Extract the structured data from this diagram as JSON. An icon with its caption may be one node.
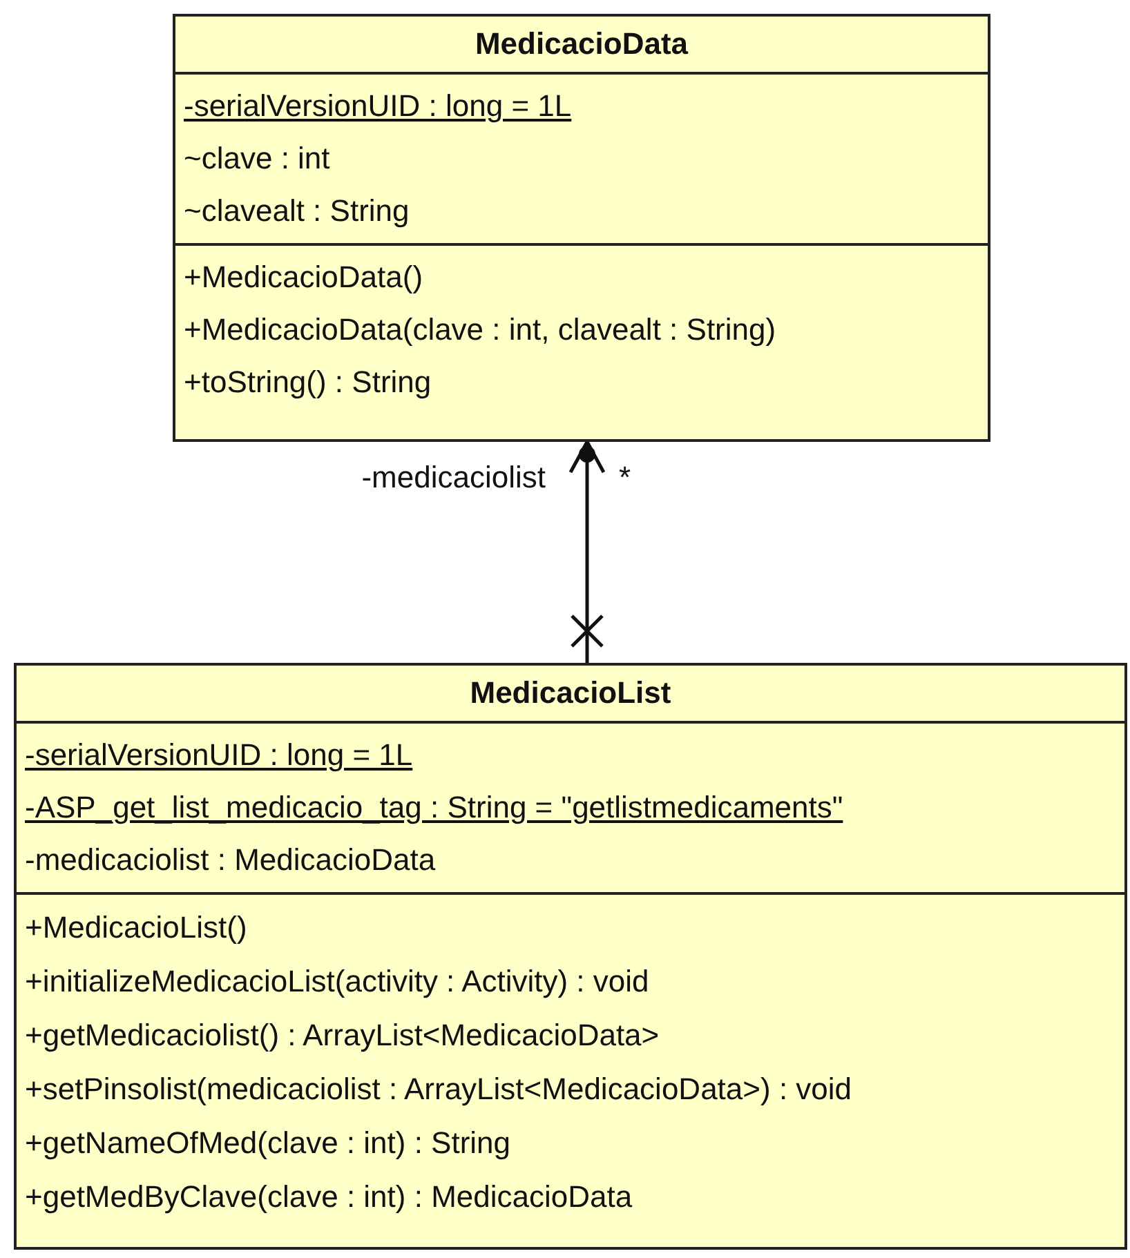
{
  "diagram": {
    "nodes": [
      {
        "text": [
          "MedicacioData"
        ]
      },
      {
        "text": [
          "-serialVersionUID : long = 1L",
          "~clave : int",
          "~clavealt : String"
        ],
        "in": 0
      },
      {
        "text": [
          "+MedicacioData()",
          "+MedicacioData(clave : int, clavealt : String)",
          "+toString() : String"
        ],
        "in": 0
      },
      {
        "text": [
          "MedicacioList"
        ]
      },
      {
        "text": [
          "-serialVersionUID : long = 1L",
          "-ASP_get_list_medicacio_tag : String = \"getlistmedicaments\"",
          "-medicaciolist : MedicacioData"
        ],
        "in": 3
      },
      {
        "text": [
          "+MedicacioList()",
          "+initializeMedicacioList(activity : Activity) : void",
          "+getMedicaciolist() : ArrayList<MedicacioData>",
          "+setPinsolist(medicaciolist : ArrayList<MedicacioData>) : void",
          "+getNameOfMed(clave : int) : String",
          "+getMedByClave(clave : int) : MedicacioData"
        ],
        "in": 3
      }
    ],
    "edges": [
      {
        "from": 3,
        "to": 0,
        "arrow": "to",
        "label": "-medicaciolist"
      }
    ],
    "labels": [
      "*"
    ]
  }
}
